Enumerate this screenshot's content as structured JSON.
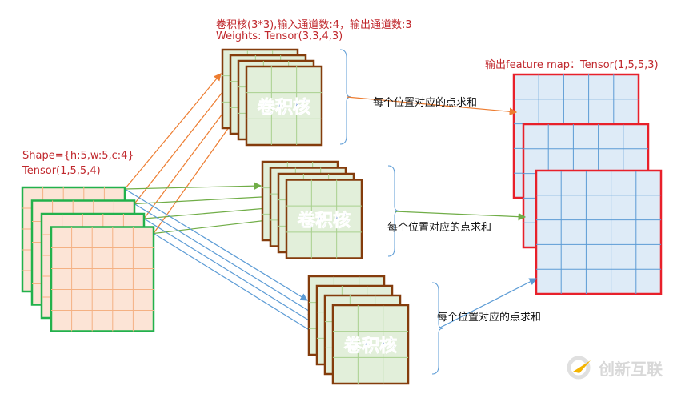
{
  "kernel_caption": {
    "line1": "卷积核(3*3),输入通道数:4，输出通道数:3",
    "line2": "Weights: Tensor(3,3,4,3)"
  },
  "input_caption": {
    "line1": "Shape={h:5,w:5,c:4}",
    "line2": "Tensor(1,5,5,4)"
  },
  "output_caption": "输出feature map：Tensor(1,5,5,3)",
  "kernel_label": "卷积核",
  "sum_labels": [
    "每个位置对应的点求和",
    "每个位置对应的点求和",
    "每个位置对应的点求和"
  ],
  "watermark": "创新互联",
  "colors": {
    "input_border": "#22b14c",
    "input_fill": "#fce4d6",
    "input_grid": "#f4b183",
    "kernel_border": "#843c0c",
    "kernel_fill": "#e2efda",
    "kernel_grid": "#a9d08e",
    "output_border": "#e8202a",
    "output_fill": "#deebf7",
    "output_grid": "#5b9bd5",
    "arrow_orange": "#ed7d31",
    "arrow_green": "#70ad47",
    "arrow_blue": "#5b9bd5",
    "caption": "#c0282d"
  }
}
